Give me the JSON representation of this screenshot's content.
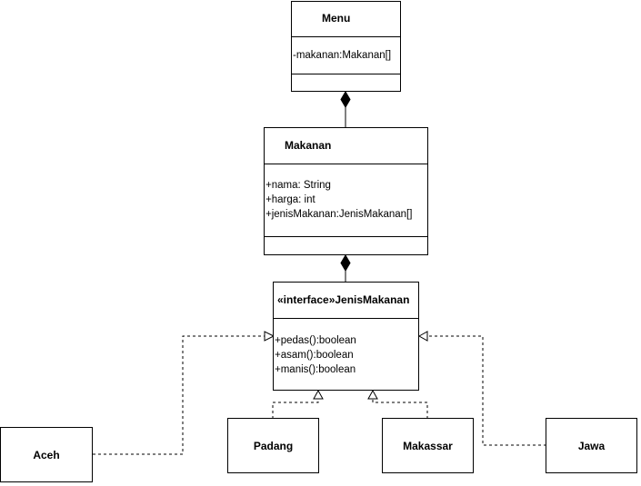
{
  "classes": {
    "menu": {
      "name": "Menu",
      "attributes": [
        "-makanan:Makanan[]"
      ]
    },
    "makanan": {
      "name": "Makanan",
      "attributes": [
        "+nama: String",
        "+harga: int",
        "+jenisMakanan:JenisMakanan[]"
      ]
    },
    "jenis": {
      "stereotype": "«interface»",
      "name": "JenisMakanan",
      "methods": [
        "+pedas():boolean",
        "+asam():boolean",
        "+manis():boolean"
      ]
    }
  },
  "implementations": {
    "aceh": "Aceh",
    "padang": "Padang",
    "makassar": "Makassar",
    "jawa": "Jawa"
  },
  "relations": [
    {
      "from": "Makanan",
      "to": "Menu",
      "type": "composition"
    },
    {
      "from": "JenisMakanan",
      "to": "Makanan",
      "type": "composition"
    },
    {
      "from": "Aceh",
      "to": "JenisMakanan",
      "type": "realization"
    },
    {
      "from": "Padang",
      "to": "JenisMakanan",
      "type": "realization"
    },
    {
      "from": "Makassar",
      "to": "JenisMakanan",
      "type": "realization"
    },
    {
      "from": "Jawa",
      "to": "JenisMakanan",
      "type": "realization"
    }
  ]
}
